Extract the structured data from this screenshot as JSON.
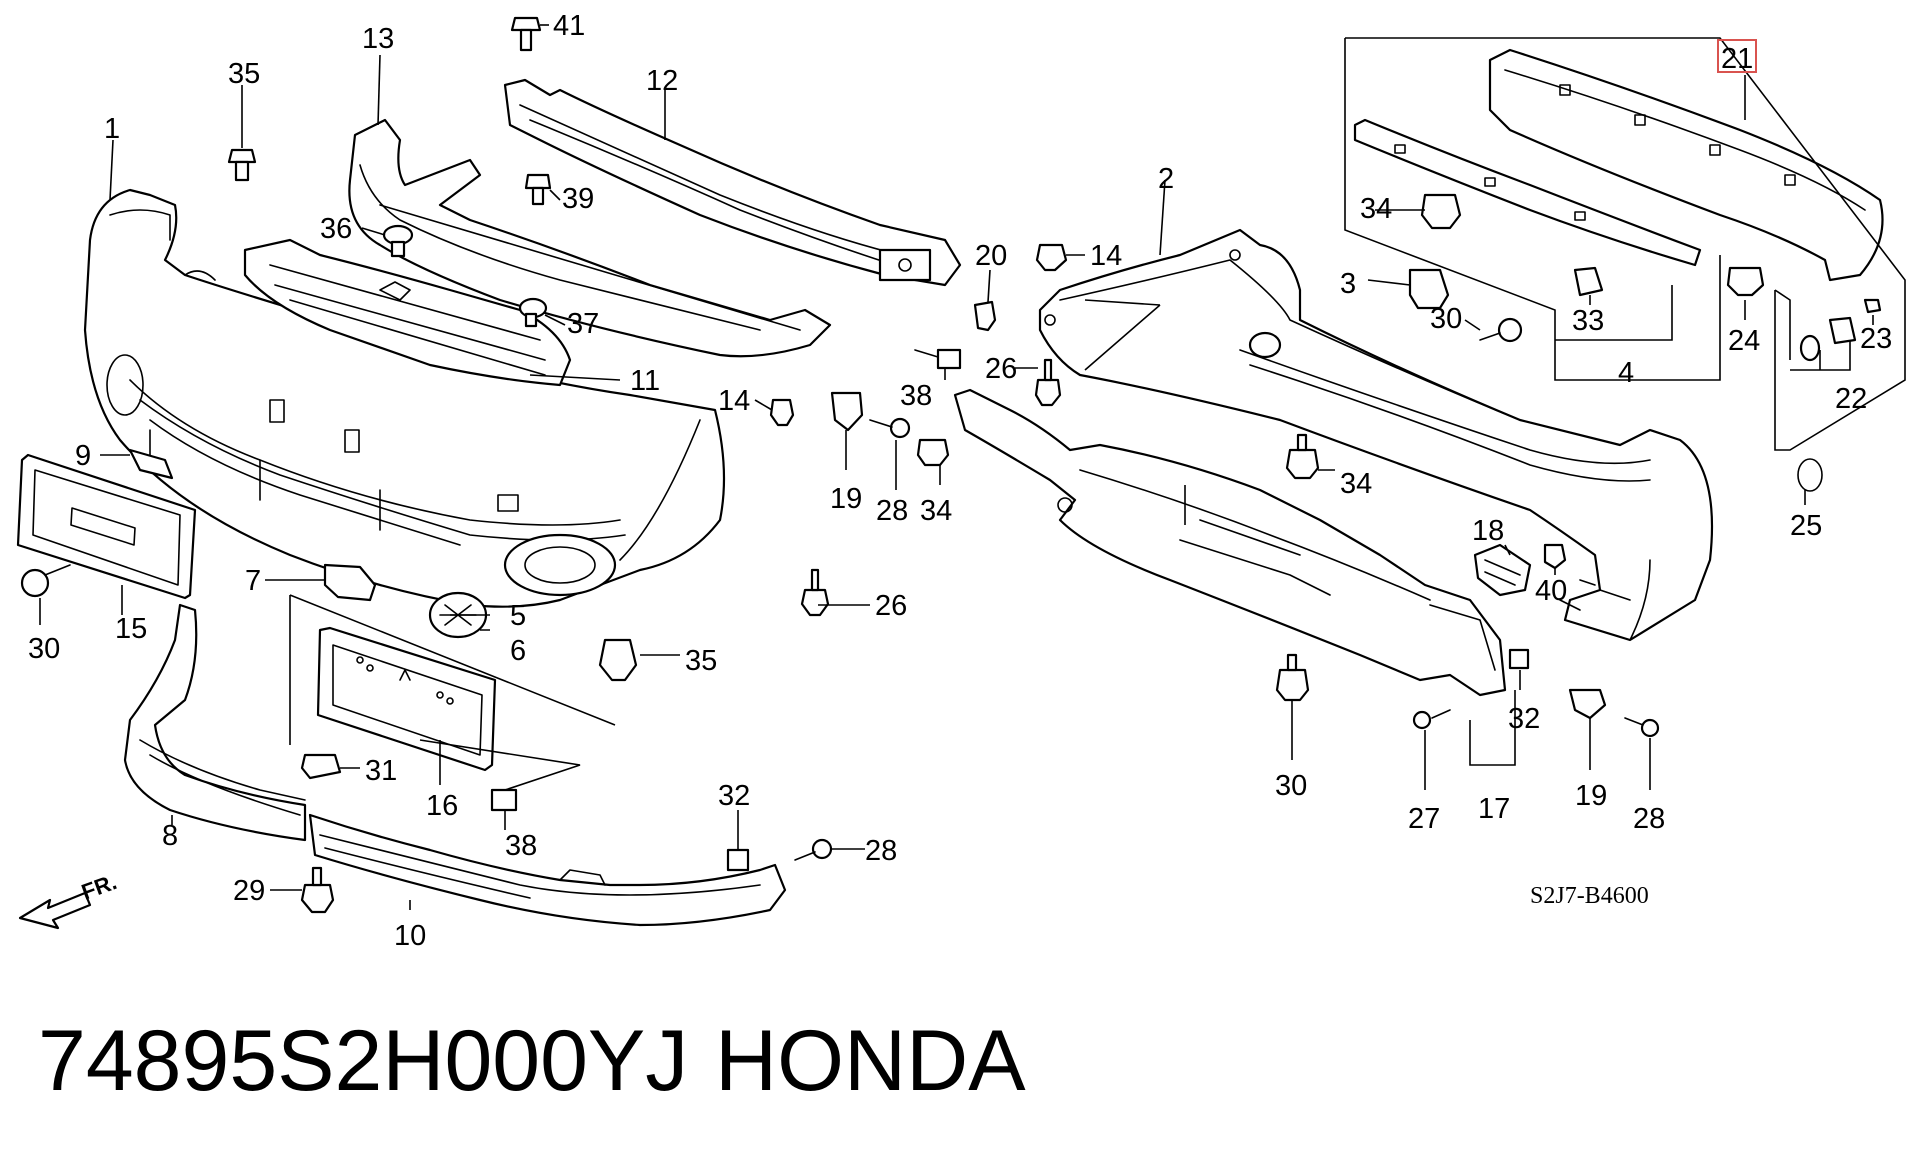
{
  "diagram": {
    "reference_code": "S2J7-B4600",
    "direction_label": "FR.",
    "highlighted_callout": "21",
    "highlight_color": "#d9534f",
    "callouts": {
      "c1": "1",
      "c2": "2",
      "c3": "3",
      "c4": "4",
      "c5": "5",
      "c6": "6",
      "c7": "7",
      "c8": "8",
      "c9": "9",
      "c10": "10",
      "c11": "11",
      "c12": "12",
      "c13": "13",
      "c14a": "14",
      "c14b": "14",
      "c15": "15",
      "c16": "16",
      "c17": "17",
      "c18": "18",
      "c19a": "19",
      "c19b": "19",
      "c20": "20",
      "c21": "21",
      "c22": "22",
      "c23": "23",
      "c24": "24",
      "c25": "25",
      "c26a": "26",
      "c26b": "26",
      "c27": "27",
      "c28a": "28",
      "c28b": "28",
      "c28c": "28",
      "c29": "29",
      "c30a": "30",
      "c30b": "30",
      "c30c": "30",
      "c31": "31",
      "c32a": "32",
      "c32b": "32",
      "c33": "33",
      "c34a": "34",
      "c34b": "34",
      "c34c": "34",
      "c35a": "35",
      "c35b": "35",
      "c36": "36",
      "c37": "37",
      "c38a": "38",
      "c38b": "38",
      "c39": "39",
      "c40": "40",
      "c41": "41"
    }
  },
  "caption": {
    "part_number": "74895S2H000YJ",
    "brand": "HONDA"
  }
}
